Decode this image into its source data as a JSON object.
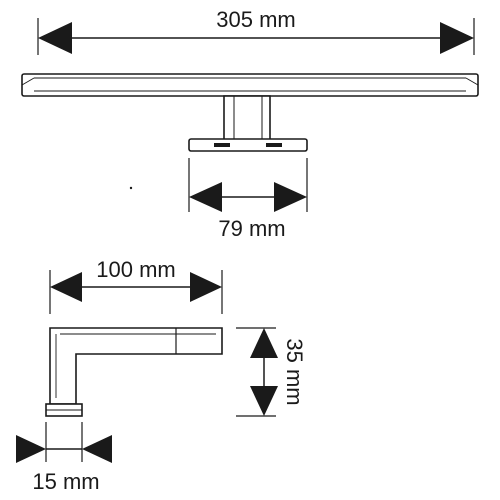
{
  "dimensions": {
    "overall_width": "305 mm",
    "mount_width": "79 mm",
    "arm_length": "100 mm",
    "arm_height": "35 mm",
    "arm_base_width": "15 mm"
  },
  "colors": {
    "stroke": "#1a1a1a",
    "fill": "#ffffff",
    "arrow": "#1a1a1a"
  }
}
